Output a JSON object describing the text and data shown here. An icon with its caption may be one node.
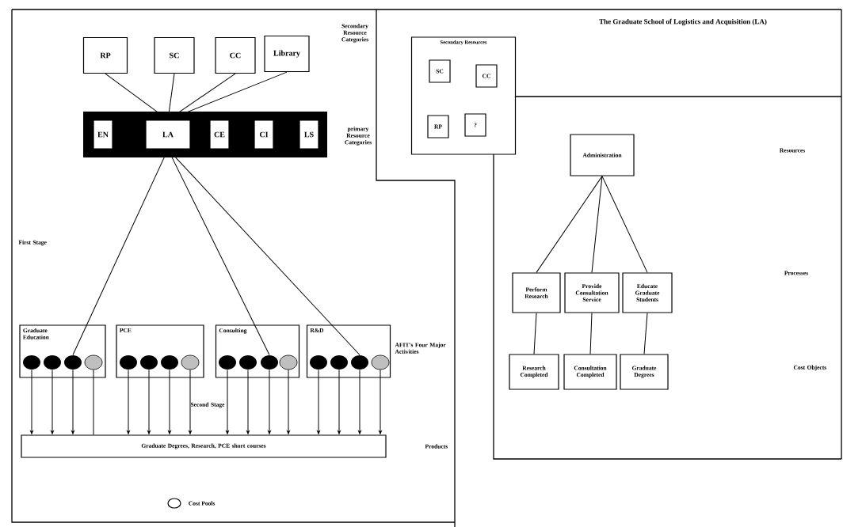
{
  "diagram": {
    "title": "The Graduate School of Logistics and Acquisition (LA)",
    "nodes": [
      {
        "text": [
          "RP"
        ]
      },
      {
        "text": [
          "SC"
        ]
      },
      {
        "text": [
          "CC"
        ]
      },
      {
        "text": [
          "Library"
        ]
      },
      {
        "text": [],
        "shape": "bar"
      },
      {
        "text": [
          "EN"
        ],
        "in": 4
      },
      {
        "text": [
          "LA"
        ],
        "in": 4
      },
      {
        "text": [
          "CE"
        ],
        "in": 4
      },
      {
        "text": [
          "CI"
        ],
        "in": 4
      },
      {
        "text": [
          "LS"
        ],
        "in": 4
      },
      {
        "text": [
          "Graduate Education"
        ]
      },
      {
        "text": [],
        "shape": "circle",
        "in": 10
      },
      {
        "text": [],
        "shape": "circle",
        "in": 10
      },
      {
        "text": [],
        "shape": "circle",
        "in": 10
      },
      {
        "text": [],
        "shape": "circle",
        "in": 10
      },
      {
        "text": [
          "PCE"
        ]
      },
      {
        "text": [],
        "shape": "circle",
        "in": 15
      },
      {
        "text": [],
        "shape": "circle",
        "in": 15
      },
      {
        "text": [],
        "shape": "circle",
        "in": 15
      },
      {
        "text": [],
        "shape": "circle",
        "in": 15
      },
      {
        "text": [
          "Consulting"
        ]
      },
      {
        "text": [],
        "shape": "circle",
        "in": 20
      },
      {
        "text": [],
        "shape": "circle",
        "in": 20
      },
      {
        "text": [],
        "shape": "circle",
        "in": 20
      },
      {
        "text": [],
        "shape": "circle",
        "in": 20
      },
      {
        "text": [
          "R&D"
        ]
      },
      {
        "text": [],
        "shape": "circle",
        "in": 25
      },
      {
        "text": [],
        "shape": "circle",
        "in": 25
      },
      {
        "text": [],
        "shape": "circle",
        "in": 25
      },
      {
        "text": [],
        "shape": "circle",
        "in": 25
      },
      {
        "text": [
          "Graduate Degrees, Research, PCE short courses"
        ]
      },
      {
        "text": [
          "Secondary Resources"
        ]
      },
      {
        "text": [
          "SC"
        ],
        "in": 31
      },
      {
        "text": [
          "CC"
        ],
        "in": 31
      },
      {
        "text": [
          "RP"
        ],
        "in": 31
      },
      {
        "text": [
          "?"
        ],
        "in": 31
      },
      {
        "text": [
          "Administration"
        ]
      },
      {
        "text": [
          "Perform Research"
        ]
      },
      {
        "text": [
          "Provide Consultation Service"
        ]
      },
      {
        "text": [
          "Educate Graduate Students"
        ]
      },
      {
        "text": [
          "Research Completed"
        ]
      },
      {
        "text": [
          "Consultation Completed"
        ]
      },
      {
        "text": [
          "Graduate Degrees"
        ]
      }
    ],
    "edges": [
      {
        "from": 0,
        "to": 6,
        "arrow": "none"
      },
      {
        "from": 1,
        "to": 6,
        "arrow": "none"
      },
      {
        "from": 2,
        "to": 6,
        "arrow": "none"
      },
      {
        "from": 3,
        "to": 6,
        "arrow": "none"
      },
      {
        "from": 6,
        "to": 13,
        "arrow": "none"
      },
      {
        "from": 6,
        "to": 23,
        "arrow": "none"
      },
      {
        "from": 6,
        "to": 28,
        "arrow": "none"
      },
      {
        "from": 11,
        "to": 30,
        "arrow": "to"
      },
      {
        "from": 12,
        "to": 30,
        "arrow": "to"
      },
      {
        "from": 13,
        "to": 30,
        "arrow": "to"
      },
      {
        "from": 14,
        "to": 30,
        "arrow": "none"
      },
      {
        "from": 16,
        "to": 30,
        "arrow": "to"
      },
      {
        "from": 17,
        "to": 30,
        "arrow": "to"
      },
      {
        "from": 18,
        "to": 30,
        "arrow": "to"
      },
      {
        "from": 19,
        "to": 30,
        "arrow": "to"
      },
      {
        "from": 21,
        "to": 30,
        "arrow": "to"
      },
      {
        "from": 22,
        "to": 30,
        "arrow": "to"
      },
      {
        "from": 23,
        "to": 30,
        "arrow": "to"
      },
      {
        "from": 24,
        "to": 30,
        "arrow": "to"
      },
      {
        "from": 26,
        "to": 30,
        "arrow": "to"
      },
      {
        "from": 27,
        "to": 30,
        "arrow": "to"
      },
      {
        "from": 28,
        "to": 30,
        "arrow": "to"
      },
      {
        "from": 29,
        "to": 30,
        "arrow": "to"
      },
      {
        "from": 36,
        "to": 37,
        "arrow": "none"
      },
      {
        "from": 36,
        "to": 38,
        "arrow": "none"
      },
      {
        "from": 36,
        "to": 39,
        "arrow": "none"
      },
      {
        "from": 37,
        "to": 40,
        "arrow": "none"
      },
      {
        "from": 38,
        "to": 41,
        "arrow": "none"
      },
      {
        "from": 39,
        "to": 42,
        "arrow": "none"
      }
    ],
    "labels": [
      "Secondary Resource Categories",
      "primary Resource Categories",
      "First Stage",
      "AFIT's Four Major Activities",
      "Second Stage",
      "Products",
      "Resources",
      "Processes",
      "Cost Objects"
    ],
    "legend": [
      {
        "text": "Cost Pools"
      }
    ]
  }
}
